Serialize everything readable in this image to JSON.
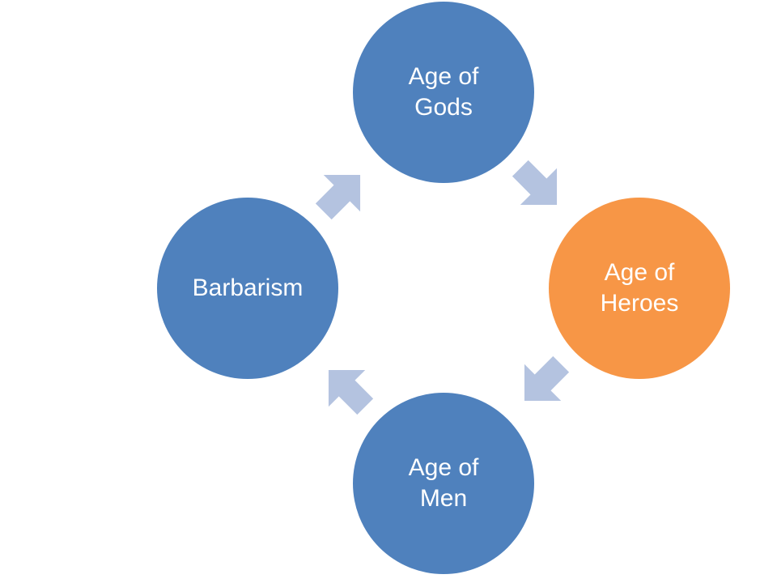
{
  "diagram": {
    "colors": {
      "node_default": "#4f81bd",
      "node_highlight": "#f79646",
      "arrow": "#b4c3e0"
    },
    "nodes": [
      {
        "id": "gods",
        "lines": [
          "Age of",
          "Gods"
        ],
        "highlight": false
      },
      {
        "id": "heroes",
        "lines": [
          "Age of",
          "Heroes"
        ],
        "highlight": true
      },
      {
        "id": "men",
        "lines": [
          "Age of",
          "Men"
        ],
        "highlight": false
      },
      {
        "id": "barbarism",
        "lines": [
          "Barbarism"
        ],
        "highlight": false
      }
    ],
    "edges": [
      {
        "from": "gods",
        "to": "heroes"
      },
      {
        "from": "heroes",
        "to": "men"
      },
      {
        "from": "men",
        "to": "barbarism"
      },
      {
        "from": "barbarism",
        "to": "gods"
      }
    ]
  }
}
